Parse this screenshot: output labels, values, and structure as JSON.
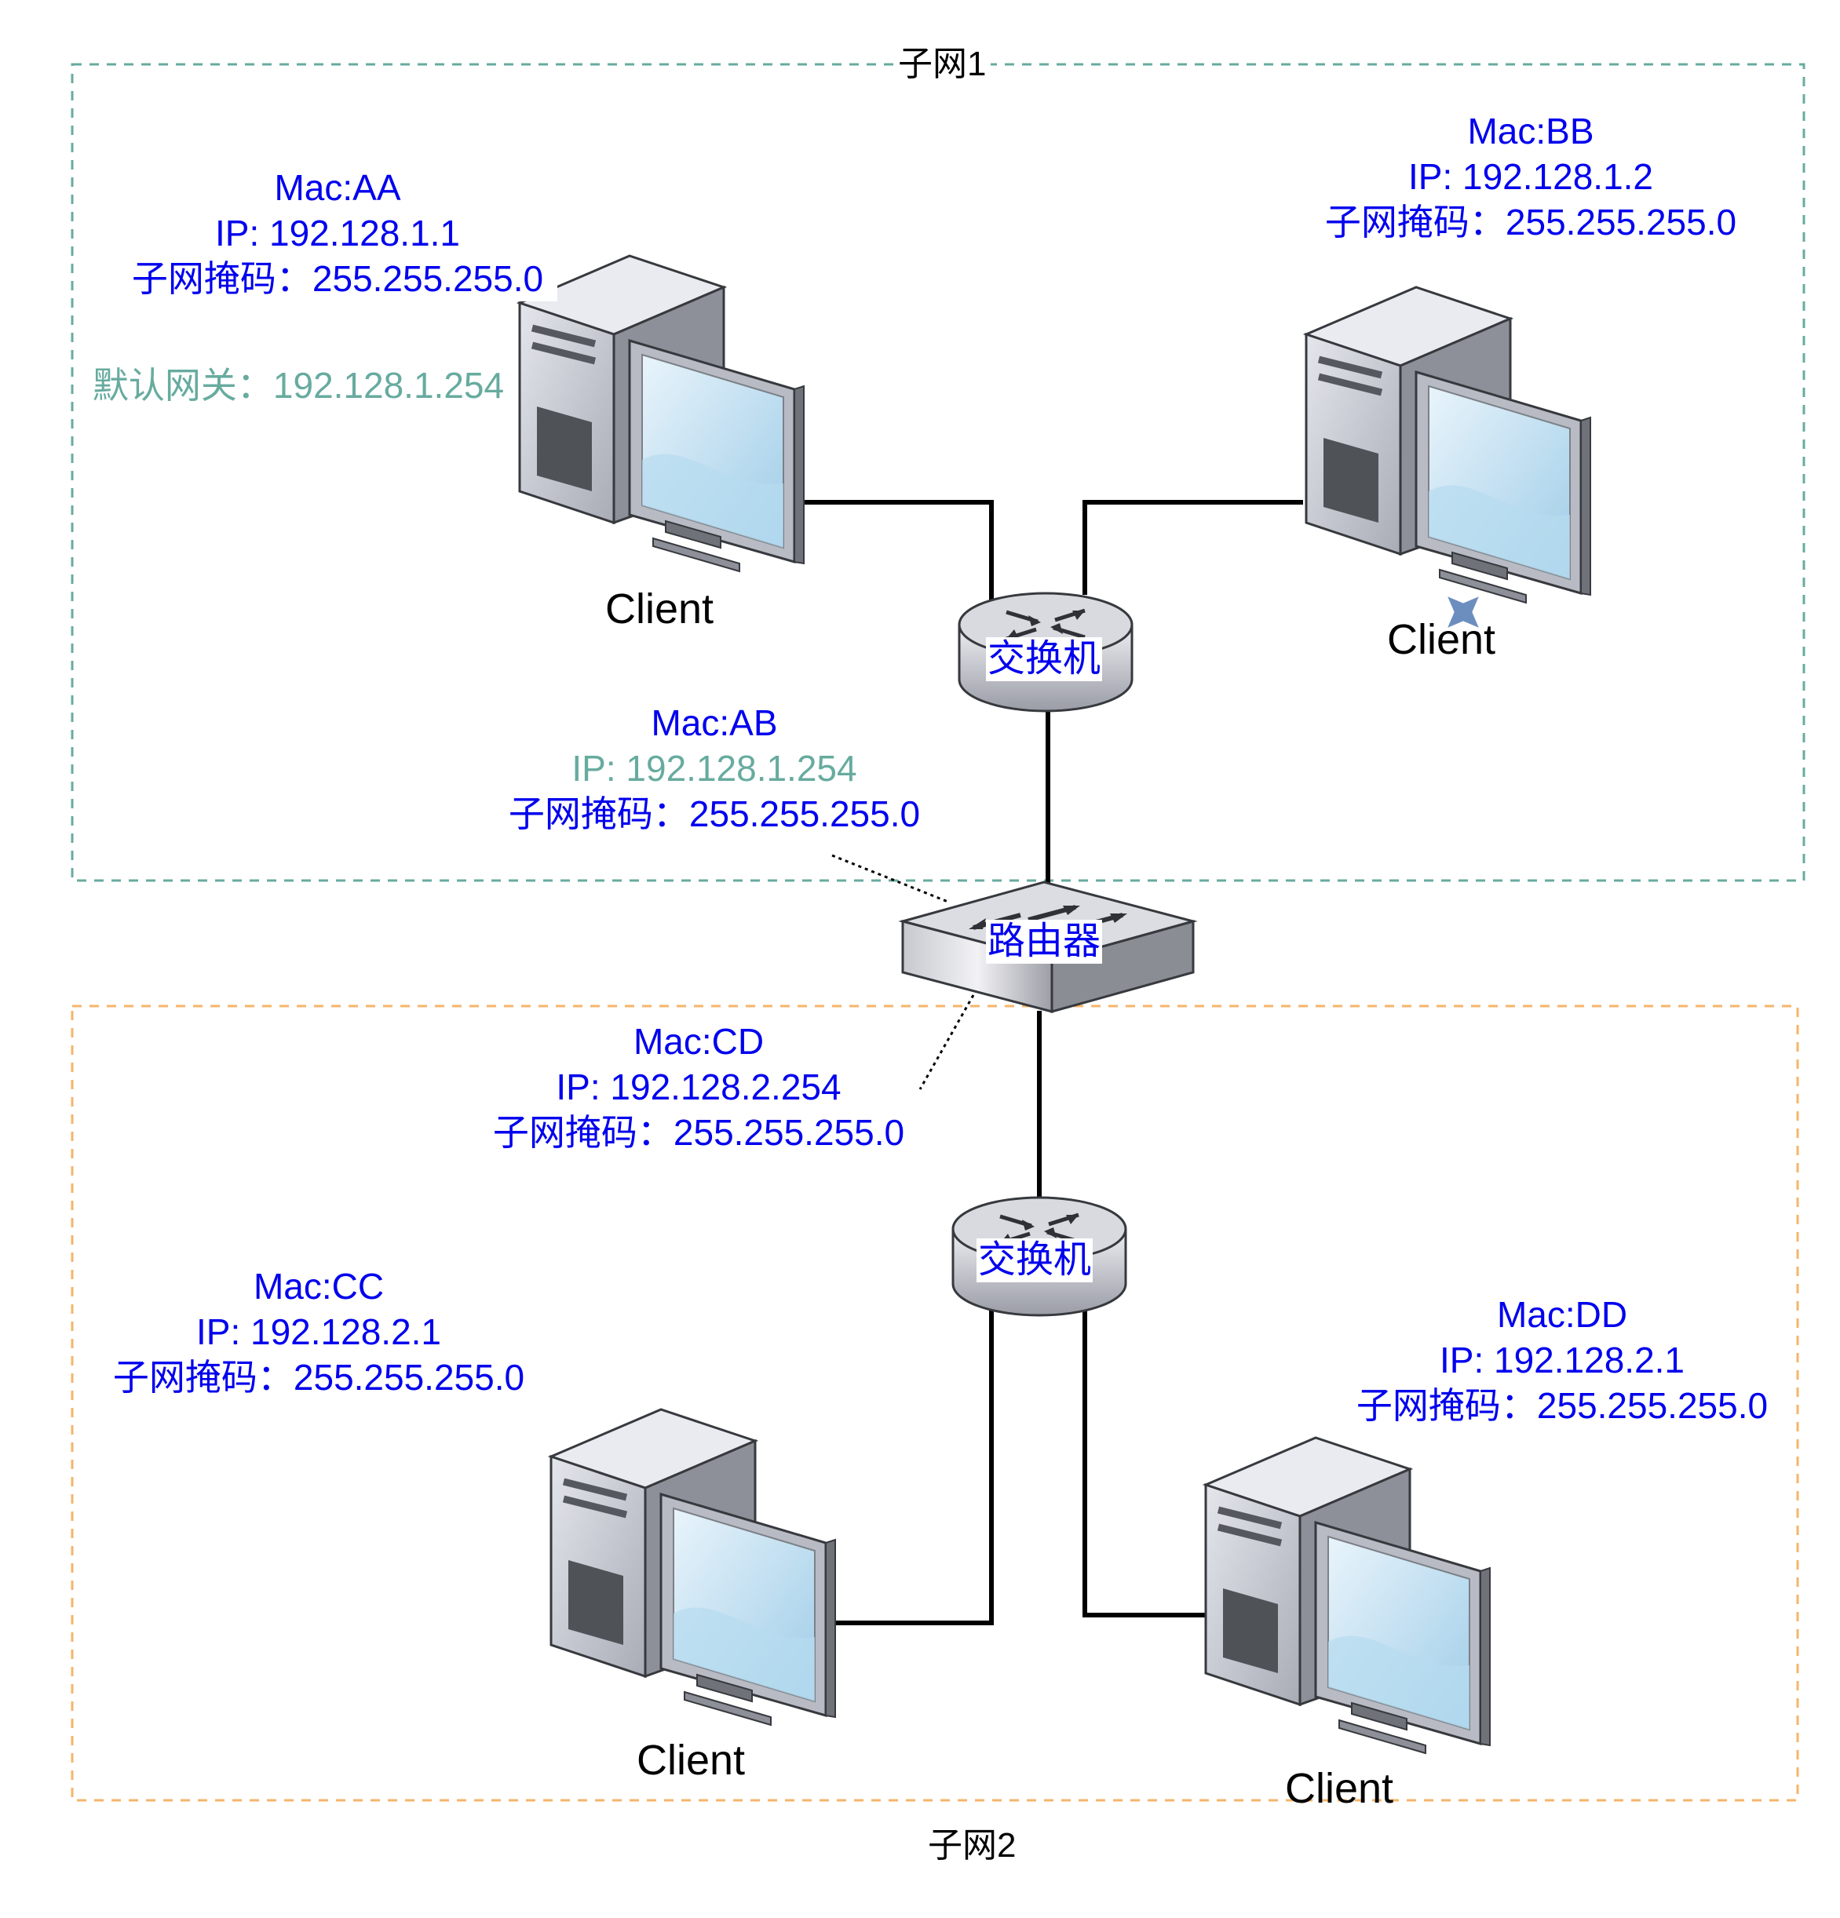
{
  "subnet1": {
    "title": "子网1",
    "client_aa": {
      "mac": "Mac:AA",
      "ip": "IP: 192.128.1.1",
      "mask": "子网掩码：255.255.255.0",
      "gateway": "默认网关：192.128.1.254",
      "caption": "Client"
    },
    "client_bb": {
      "mac": "Mac:BB",
      "ip": "IP: 192.128.1.2",
      "mask": "子网掩码：255.255.255.0",
      "caption": "Client"
    },
    "switch_label": "交换机"
  },
  "router": {
    "label": "路由器",
    "port_subnet1": {
      "mac": "Mac:AB",
      "ip": "IP: 192.128.1.254",
      "mask": "子网掩码：255.255.255.0"
    },
    "port_subnet2": {
      "mac": "Mac:CD",
      "ip": "IP: 192.128.2.254",
      "mask": "子网掩码：255.255.255.0"
    }
  },
  "subnet2": {
    "title": "子网2",
    "client_cc": {
      "mac": "Mac:CC",
      "ip": "IP: 192.128.2.1",
      "mask": "子网掩码：255.255.255.0",
      "caption": "Client"
    },
    "client_dd": {
      "mac": "Mac:DD",
      "ip": "IP: 192.128.2.1",
      "mask": "子网掩码：255.255.255.0",
      "caption": "Client"
    },
    "switch_label": "交换机"
  },
  "colors": {
    "subnet1_border": "#67ab9f",
    "subnet2_border": "#f5b56a",
    "address_text": "#0000ee",
    "gateway_text": "#67ab9f",
    "link": "#000000"
  },
  "icons": [
    "computer-icon",
    "switch-icon",
    "router-icon"
  ]
}
